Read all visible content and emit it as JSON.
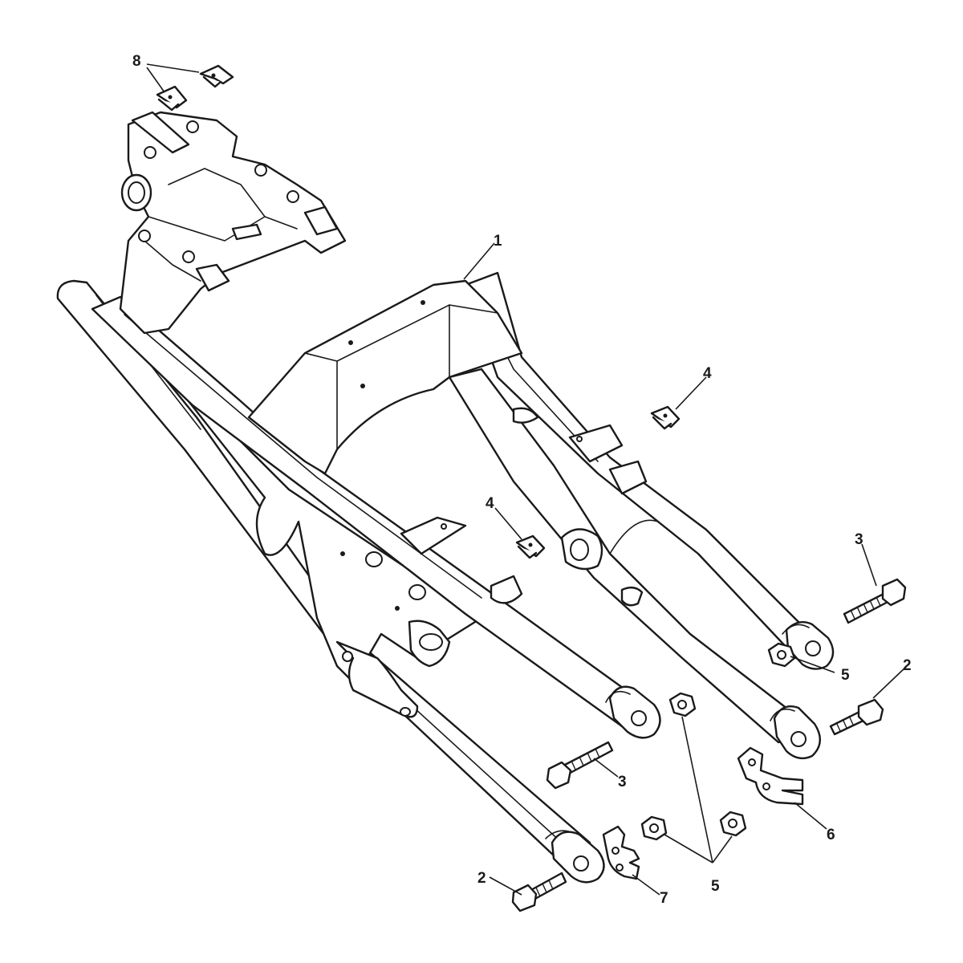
{
  "callouts": {
    "c1": "1",
    "c2a": "2",
    "c2b": "2",
    "c3a": "3",
    "c3b": "3",
    "c4a": "4",
    "c4b": "4",
    "c5a": "5",
    "c5b": "5",
    "c6": "6",
    "c7": "7",
    "c8": "8"
  },
  "colors": {
    "line": "#1a1a1a",
    "background": "#ffffff"
  }
}
